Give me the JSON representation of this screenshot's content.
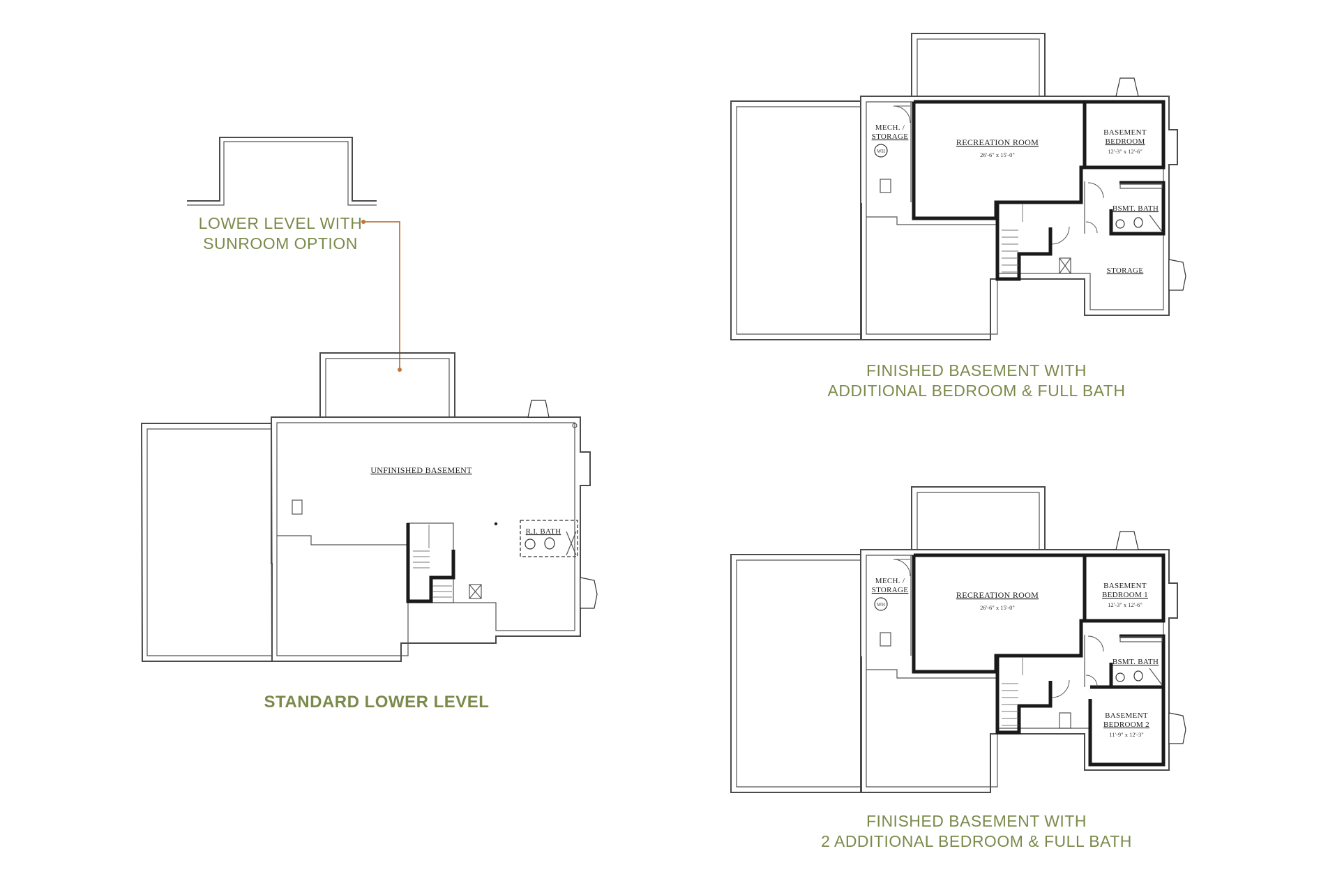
{
  "colors": {
    "caption": "#7b8a4b",
    "leader": "#c0763b",
    "walls": "#4a4a4a"
  },
  "captions": {
    "sunroom": "LOWER LEVEL WITH\nSUNROOM OPTION",
    "standard": "STANDARD LOWER LEVEL",
    "finished1": "FINISHED BASEMENT WITH\nADDITIONAL BEDROOM & FULL BATH",
    "finished2": "FINISHED BASEMENT WITH\n2 ADDITIONAL BEDROOM & FULL BATH"
  },
  "standard_plan": {
    "unfinished": "UNFINISHED BASEMENT",
    "ri_bath": "R.I. BATH"
  },
  "plan_a": {
    "mech": "MECH. /",
    "storage_line": "STORAGE",
    "wh": "WH",
    "rec": "RECREATION ROOM",
    "rec_dim": "26'-6\" x 15'-0\"",
    "bed_line1": "BASEMENT",
    "bed_line2": "BEDROOM",
    "bed_dim": "12'-3\" x 12'-6\"",
    "bath": "BSMT. BATH",
    "storage": "STORAGE"
  },
  "plan_b": {
    "mech": "MECH. /",
    "storage_line": "STORAGE",
    "wh": "WH",
    "rec": "RECREATION ROOM",
    "rec_dim": "26'-6\" x 15'-0\"",
    "bed1_line1": "BASEMENT",
    "bed1_line2": "BEDROOM 1",
    "bed1_dim": "12'-3\" x 12'-6\"",
    "bath": "BSMT. BATH",
    "bed2_line1": "BASEMENT",
    "bed2_line2": "BEDROOM 2",
    "bed2_dim": "11'-9\" x 12'-3\""
  }
}
